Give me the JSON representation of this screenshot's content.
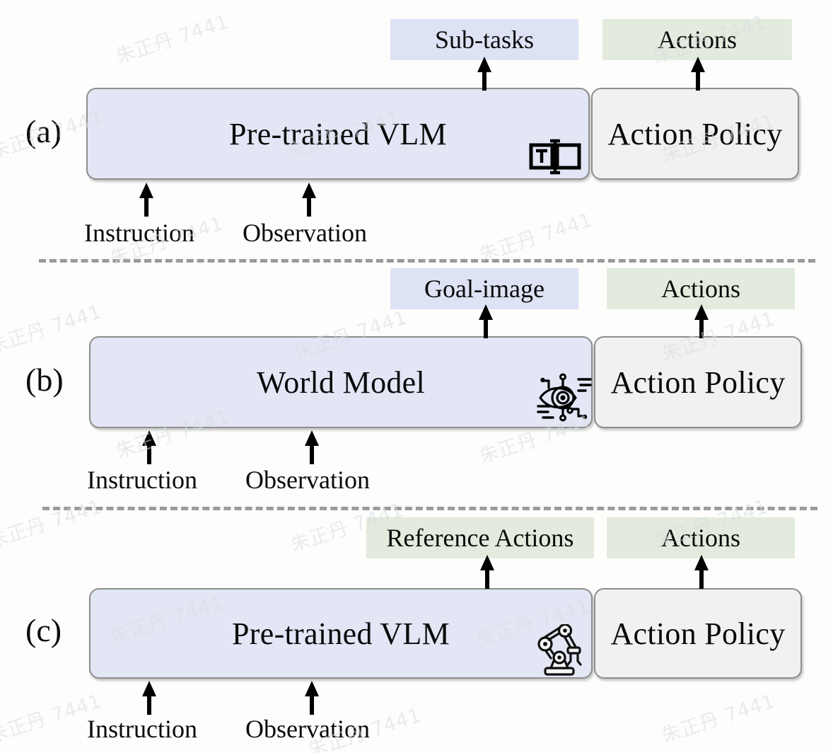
{
  "figure": {
    "kind": "architecture-comparison-diagram",
    "colors": {
      "box_blue_fill": "#e2e6f5",
      "box_gray_fill": "#f1f1ef",
      "box_border": "#8e8e8e",
      "chip_blue_fill": "#dde2f4",
      "chip_green_fill": "#e2ebdd",
      "separator": "#9a9a9a",
      "text": "#0a0a0a",
      "watermark": "#d8dde2"
    },
    "watermark_text": "朱正丹 7441"
  },
  "panels": [
    {
      "tag": "(a)",
      "main_box": {
        "label": "Pre-trained VLM",
        "style": "blue",
        "icon": "text-input-icon"
      },
      "policy_box": {
        "label": "Action Policy",
        "style": "gray"
      },
      "outputs": [
        {
          "label": "Sub-tasks",
          "style": "blue"
        },
        {
          "label": "Actions",
          "style": "green"
        }
      ],
      "inputs": [
        {
          "label": "Instruction"
        },
        {
          "label": "Observation"
        }
      ]
    },
    {
      "tag": "(b)",
      "main_box": {
        "label": "World Model",
        "style": "blue",
        "icon": "ai-eye-icon"
      },
      "policy_box": {
        "label": "Action Policy",
        "style": "gray"
      },
      "outputs": [
        {
          "label": "Goal-image",
          "style": "blue"
        },
        {
          "label": "Actions",
          "style": "green"
        }
      ],
      "inputs": [
        {
          "label": "Instruction"
        },
        {
          "label": "Observation"
        }
      ]
    },
    {
      "tag": "(c)",
      "main_box": {
        "label": "Pre-trained VLM",
        "style": "blue",
        "icon": "robot-arm-icon"
      },
      "policy_box": {
        "label": "Action Policy",
        "style": "gray"
      },
      "outputs": [
        {
          "label": "Reference Actions",
          "style": "green"
        },
        {
          "label": "Actions",
          "style": "green"
        }
      ],
      "inputs": [
        {
          "label": "Instruction"
        },
        {
          "label": "Observation"
        }
      ]
    }
  ],
  "separators": 2
}
